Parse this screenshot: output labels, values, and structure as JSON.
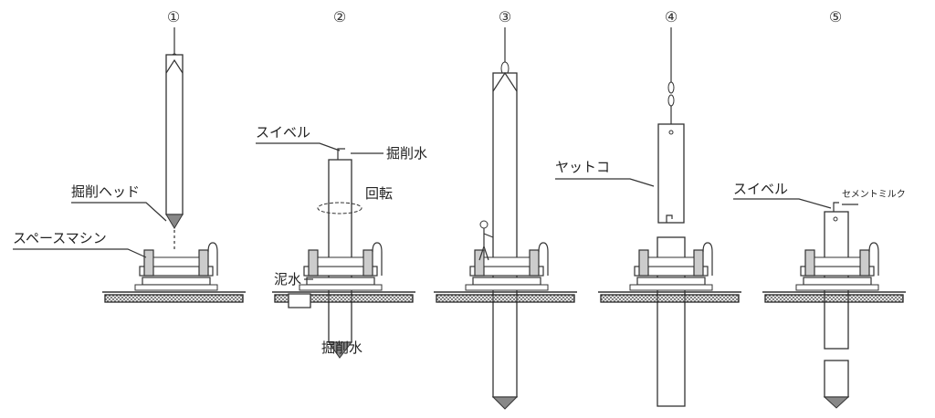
{
  "steps": [
    {
      "number": "①",
      "labels": {
        "head": "掘削ヘッド",
        "machine": "スペースマシン"
      }
    },
    {
      "number": "②",
      "labels": {
        "swivel": "スイベル",
        "water_in": "掘削水",
        "rotation": "回転",
        "slurry": "泥水",
        "water_out": "掘削水"
      }
    },
    {
      "number": "③",
      "labels": {}
    },
    {
      "number": "④",
      "labels": {
        "follower": "ヤットコ"
      }
    },
    {
      "number": "⑤",
      "labels": {
        "swivel": "スイベル",
        "cement": "セメントミルク"
      }
    }
  ]
}
